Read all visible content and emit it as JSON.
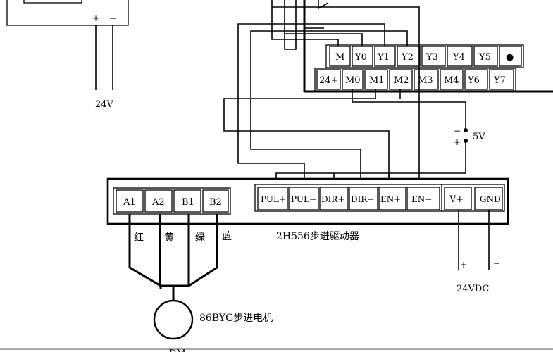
{
  "power_supply": {
    "plus": "+",
    "minus": "−",
    "voltage": "24V"
  },
  "plc": {
    "row1": [
      "M",
      "Y0",
      "Y1",
      "Y2",
      "Y3",
      "Y4",
      "Y5",
      "●"
    ],
    "row2": [
      "24+",
      "M0",
      "M1",
      "M2",
      "M3",
      "M4",
      "Y6",
      "Y7"
    ]
  },
  "supply_5v": {
    "minus": "−",
    "plus": "+",
    "voltage": "5V"
  },
  "driver": {
    "motor_terminals": [
      "A1",
      "A2",
      "B1",
      "B2"
    ],
    "control_terminals": [
      "PUL+",
      "PUL−",
      "DIR+",
      "DIR−",
      "EN+",
      "EN−"
    ],
    "power_terminals": [
      "V+",
      "GND"
    ],
    "name": "2H556步进驱动器"
  },
  "wire_colors": [
    "红",
    "黄",
    "绿",
    "蓝"
  ],
  "vdc_supply": {
    "plus": "+",
    "minus": "−",
    "voltage": "24VDC"
  },
  "motor": {
    "name": "86BYG步进电机",
    "symbol": "DM"
  }
}
